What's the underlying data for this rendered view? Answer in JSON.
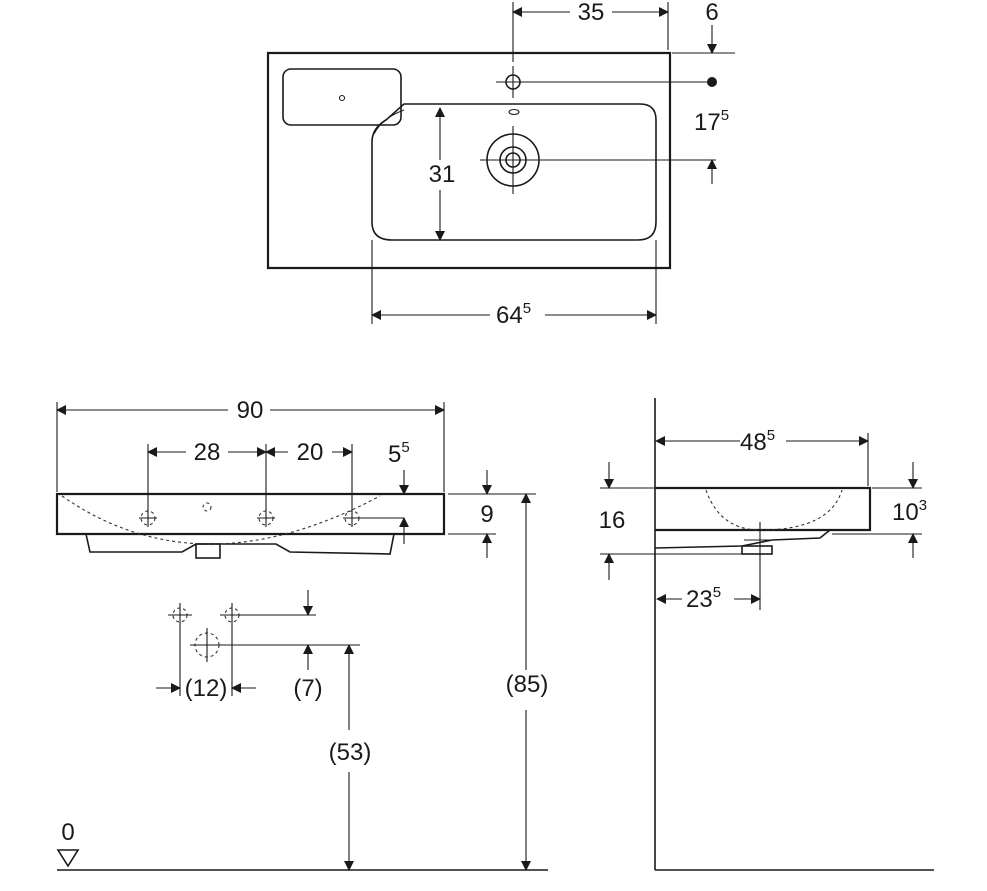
{
  "top_view": {
    "d_tap_offset": "35",
    "d_top_edge": "6",
    "d_drain_from_tap": {
      "main": "17",
      "sup": "5"
    },
    "d_bowl_depth": "31",
    "d_bowl_width": {
      "main": "64",
      "sup": "5"
    }
  },
  "front_view": {
    "d_total_width": "90",
    "d_hole_a": "28",
    "d_hole_b": "20",
    "d_hole_edge": {
      "main": "5",
      "sup": "5"
    },
    "d_rim_height": "9",
    "d_rough_in_spacing": "(12)",
    "d_rough_in_offset": "(7)",
    "d_drain_height": "(53)",
    "d_total_height": "(85)",
    "floor_level": "0"
  },
  "side_view": {
    "d_projection": {
      "main": "48",
      "sup": "5"
    },
    "d_height": "16",
    "d_rim": {
      "main": "10",
      "sup": "3"
    },
    "d_drain_projection": {
      "main": "23",
      "sup": "5"
    }
  }
}
